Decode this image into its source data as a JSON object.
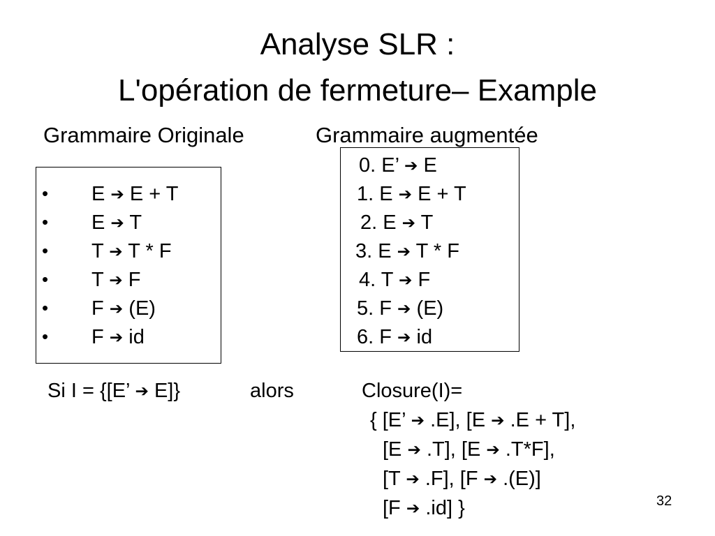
{
  "slide": {
    "title_line_1": "Analyse SLR :",
    "title_line_2": "L'opération de fermeture– Example",
    "slide_number": "32"
  },
  "headings": {
    "original": "Grammaire Originale",
    "augmented": "Grammaire augmentée"
  },
  "arrow_glyph": "➔",
  "original_grammar": {
    "bullet": "•",
    "rules": [
      {
        "lhs": "E",
        "rhs": "E + T"
      },
      {
        "lhs": "E",
        "rhs": "T"
      },
      {
        "lhs": "T",
        "rhs": "T * F"
      },
      {
        "lhs": "T",
        "rhs": "F"
      },
      {
        "lhs": "F",
        "rhs": "(E)"
      },
      {
        "lhs": "F",
        "rhs": "id"
      }
    ]
  },
  "augmented_grammar": {
    "rules": [
      {
        "num": "0.",
        "lhs": "E’",
        "rhs": "E"
      },
      {
        "num": "1.",
        "lhs": "E",
        "rhs": "E + T"
      },
      {
        "num": "2.",
        "lhs": "E",
        "rhs": "T"
      },
      {
        "num": "3.",
        "lhs": "E",
        "rhs": "T * F"
      },
      {
        "num": "4.",
        "lhs": "T",
        "rhs": "F"
      },
      {
        "num": "5.",
        "lhs": "F",
        "rhs": "(E)"
      },
      {
        "num": "6.",
        "lhs": "F",
        "rhs": "id"
      }
    ]
  },
  "closure": {
    "condition_prefix": "Si I = {[E’",
    "condition_suffix": "E]}",
    "then_word": "alors",
    "result_label": "Closure(I)=",
    "lines": [
      {
        "parts": [
          "{ [E’",
          ".E],  [E",
          ".E + T],"
        ]
      },
      {
        "parts": [
          "[E",
          ".T],   [E",
          ".T*F],"
        ]
      },
      {
        "parts": [
          "[T",
          ".F], [F",
          ".(E)]"
        ]
      },
      {
        "parts": [
          "[F",
          ".id]  }"
        ]
      }
    ]
  }
}
